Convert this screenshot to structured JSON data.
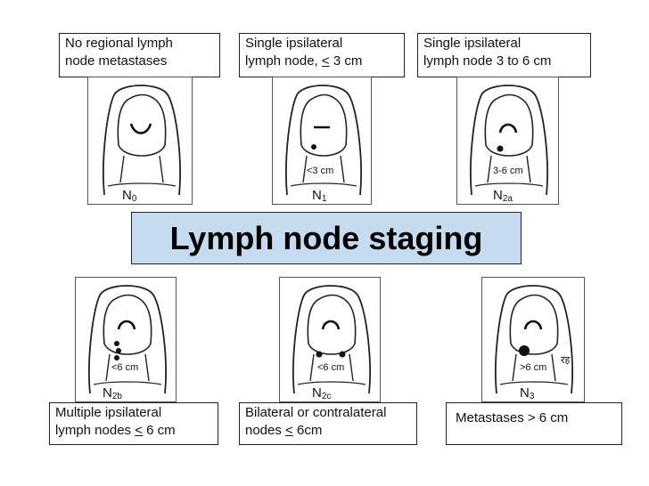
{
  "title": "Lymph node staging",
  "panels": [
    {
      "id": "n0",
      "stage_main": "N",
      "stage_sub": "0",
      "size_label": "",
      "side_label": "",
      "caption_lines": [
        "No regional lymph",
        "node metastases"
      ]
    },
    {
      "id": "n1",
      "stage_main": "N",
      "stage_sub": "1",
      "size_label": "<3 cm",
      "side_label": "",
      "caption_lines": [
        "Single ipsilateral",
        "lymph node, ",
        "<",
        " 3 cm"
      ]
    },
    {
      "id": "n2a",
      "stage_main": "N",
      "stage_sub": "2a",
      "size_label": "3-6 cm",
      "side_label": "",
      "caption_lines": [
        "Single ipsilateral",
        "lymph node 3 to 6 cm"
      ]
    },
    {
      "id": "n2b",
      "stage_main": "N",
      "stage_sub": "2b",
      "size_label": "<6 cm",
      "side_label": "",
      "caption_lines": [
        "Multiple ipsilateral",
        "lymph nodes ",
        "<",
        " 6 cm"
      ]
    },
    {
      "id": "n2c",
      "stage_main": "N",
      "stage_sub": "2c",
      "size_label": "<6 cm",
      "side_label": "",
      "caption_lines": [
        "Bilateral or contralateral",
        "nodes ",
        "<",
        " 6cm"
      ]
    },
    {
      "id": "n3",
      "stage_main": "N",
      "stage_sub": "3",
      "size_label": ">6 cm",
      "side_label": "रह",
      "caption_lines": [
        "Metastases > 6 cm"
      ]
    }
  ]
}
